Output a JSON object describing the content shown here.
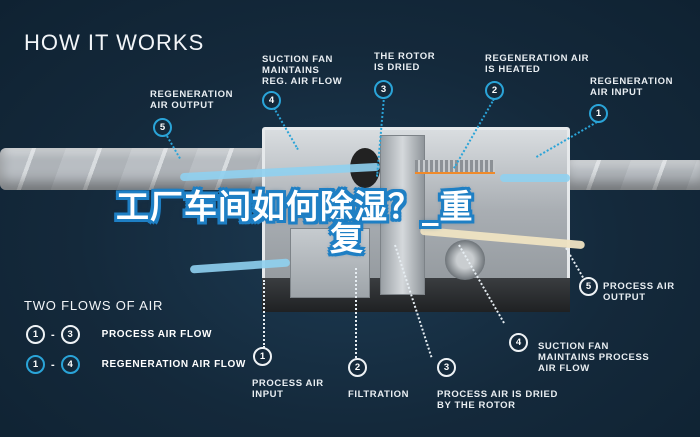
{
  "title": "HOW IT WORKS",
  "overlay_title": {
    "line1": "工厂车间如何除湿？_重",
    "line2": "复"
  },
  "top_callouts": [
    {
      "num": "5",
      "label": "REGENERATION\nAIR OUTPUT",
      "style": "blue"
    },
    {
      "num": "4",
      "label": "SUCTION FAN\nMAINTAINS\nREG. AIR FLOW",
      "style": "blue"
    },
    {
      "num": "3",
      "label": "THE ROTOR\nIS DRIED",
      "style": "blue"
    },
    {
      "num": "2",
      "label": "REGENERATION AIR\nIS HEATED",
      "style": "blue"
    },
    {
      "num": "1",
      "label": "REGENERATION\nAIR INPUT",
      "style": "blue"
    }
  ],
  "bottom_callouts": [
    {
      "num": "1",
      "label": "PROCESS AIR\nINPUT",
      "style": "white"
    },
    {
      "num": "2",
      "label": "FILTRATION",
      "style": "white"
    },
    {
      "num": "3",
      "label": "PROCESS AIR IS DRIED\nBY THE ROTOR",
      "style": "white"
    },
    {
      "num": "4",
      "label": "SUCTION FAN\nMAINTAINS PROCESS\nAIR FLOW",
      "style": "white"
    },
    {
      "num": "5",
      "label": "PROCESS AIR\nOUTPUT",
      "style": "white"
    }
  ],
  "legend": {
    "title": "TWO FLOWS OF AIR",
    "rows": [
      {
        "from": "1",
        "to": "3",
        "dash": "-",
        "label": "PROCESS AIR FLOW",
        "style": "white"
      },
      {
        "from": "1",
        "to": "4",
        "dash": "-",
        "label": "REGENERATION AIR FLOW",
        "style": "blue"
      }
    ]
  },
  "colors": {
    "background": "#14293b",
    "accent_blue": "#2aa4d8",
    "overlay_outline": "#1e7fc4",
    "process_air": "#efe3c2",
    "regen_air": "#8fd0ef"
  }
}
